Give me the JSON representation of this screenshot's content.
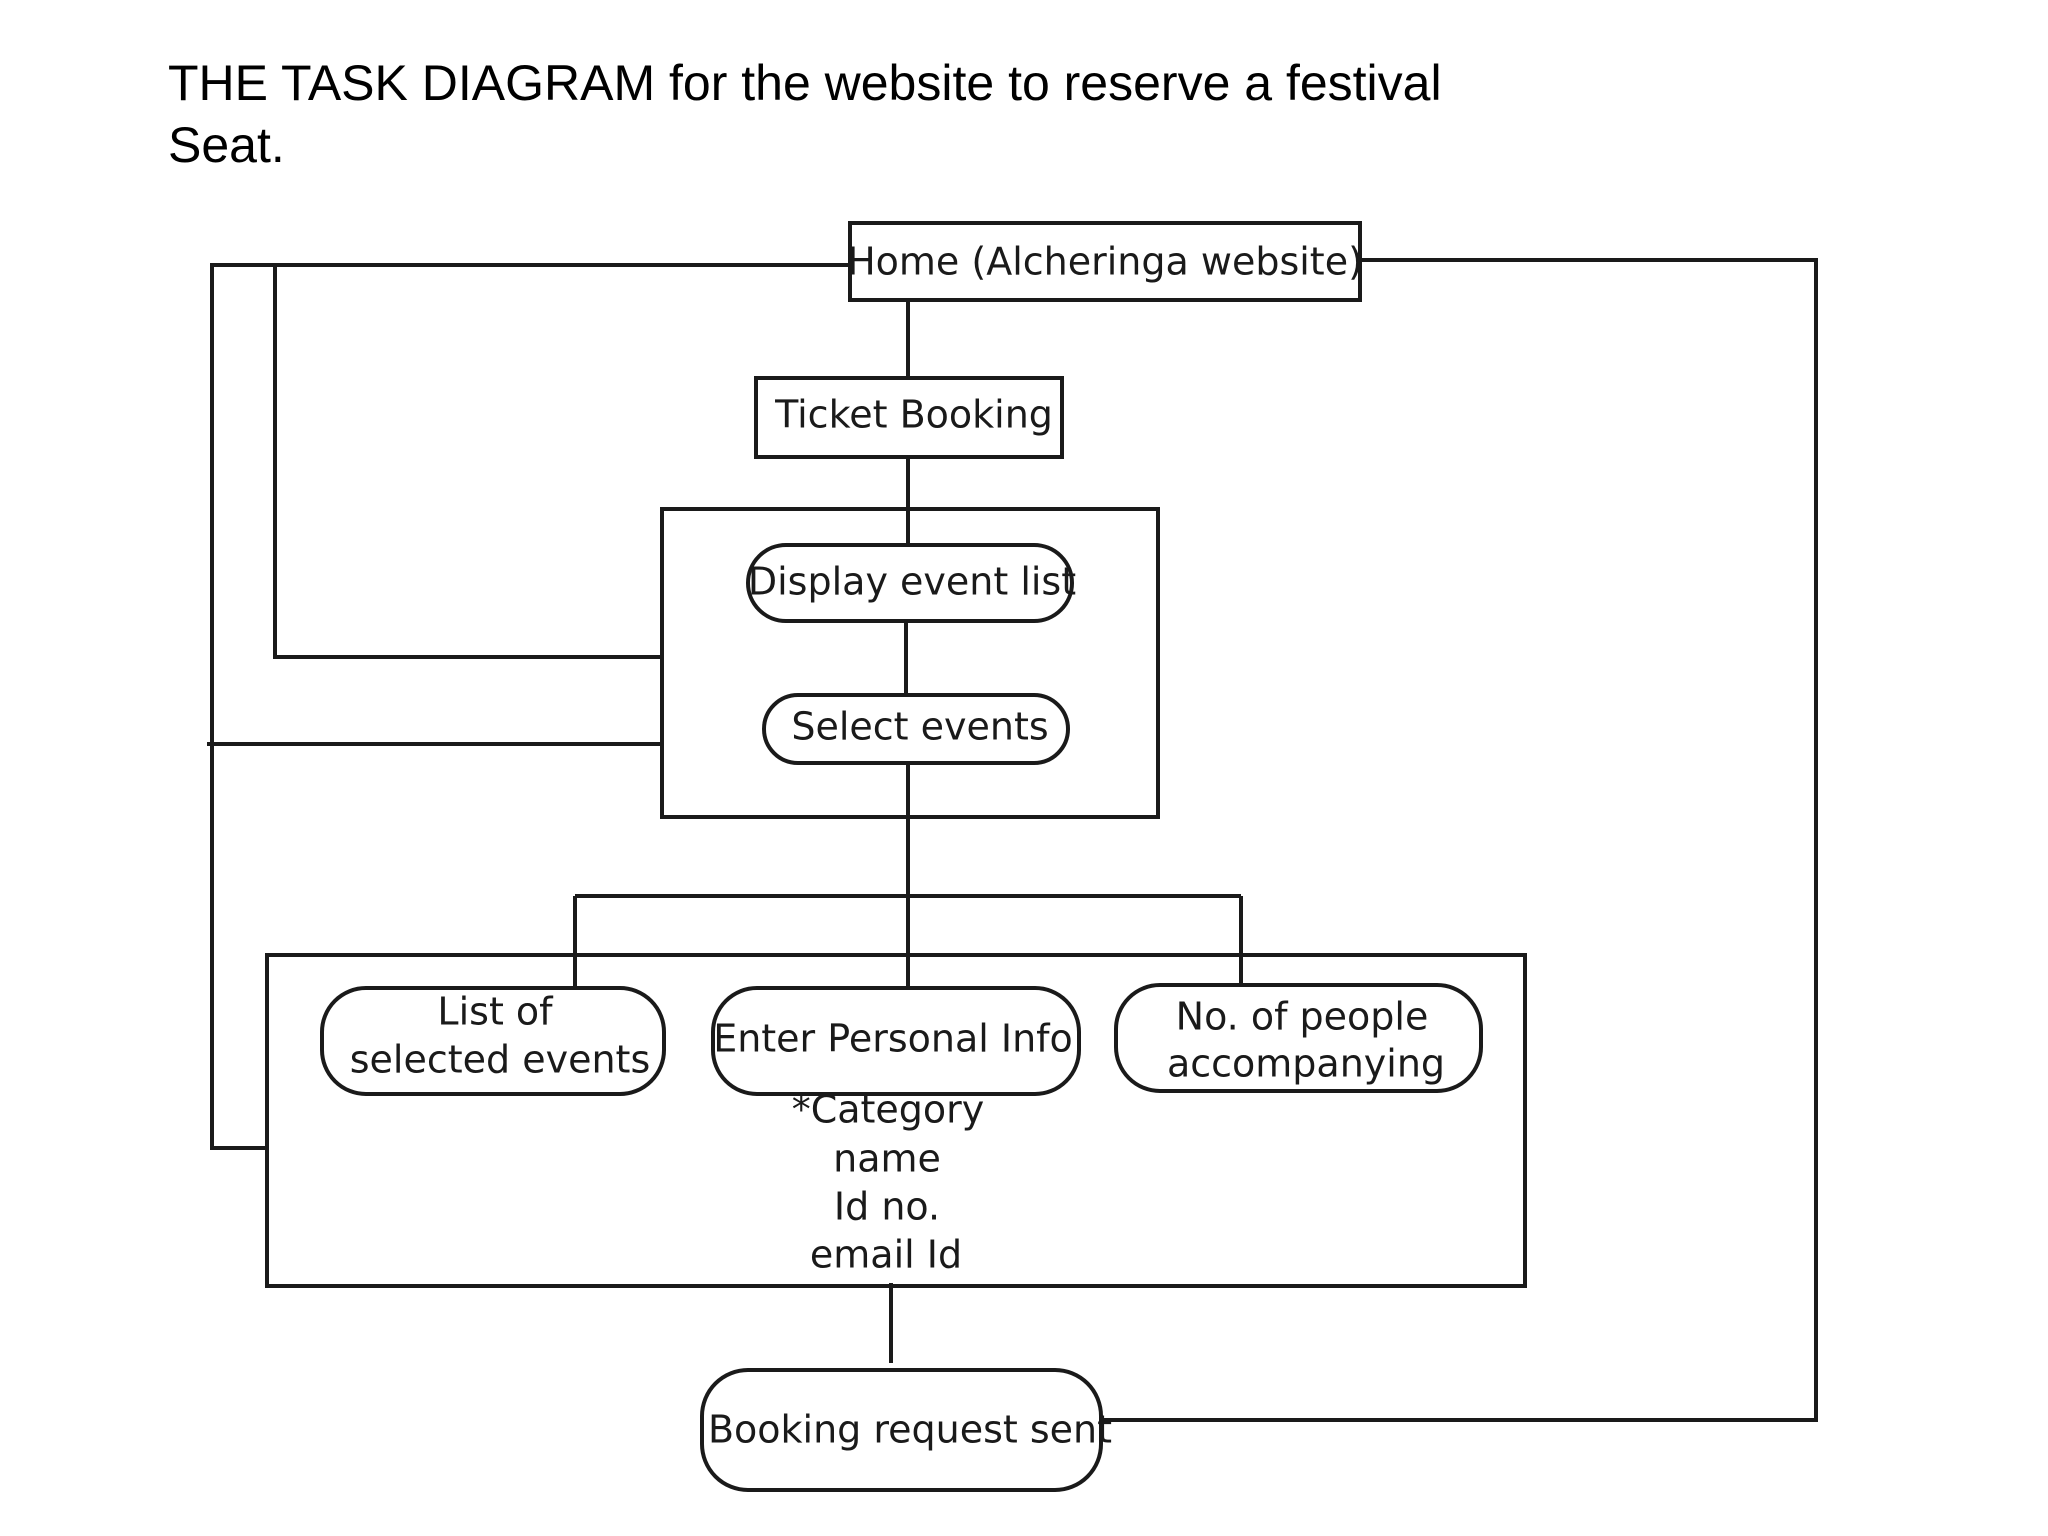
{
  "title": {
    "line1": "THE TASK DIAGRAM for the website to reserve a festival",
    "line2": "Seat."
  },
  "nodes": {
    "home": "Home (Alcheringa website)",
    "ticket_booking": "Ticket Booking",
    "display_event_list": "Display event list",
    "select_events": "Select events",
    "list_selected_line1": "List of",
    "list_selected_line2": "selected events",
    "enter_personal_info": "Enter Personal Info",
    "personal_info_details": [
      "*Category",
      "name",
      "Id no.",
      "email Id"
    ],
    "people_line1": "No. of people",
    "people_line2": "accompanying",
    "booking_request_sent": "Booking request sent"
  }
}
